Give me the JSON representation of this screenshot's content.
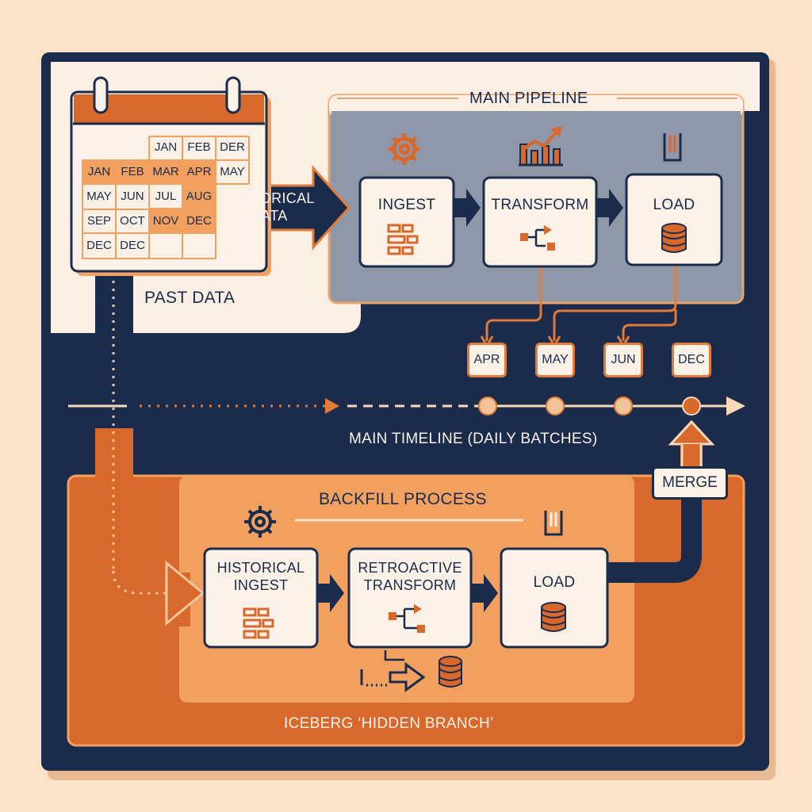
{
  "calendar": {
    "rows": [
      [
        "",
        "",
        "JAN",
        "FEB",
        "DER"
      ],
      [
        "JAN",
        "FEB",
        "MAR",
        "APR",
        "MAY"
      ],
      [
        "MAY",
        "JUN",
        "JUL",
        "AUG",
        ""
      ],
      [
        "SEP",
        "OCT",
        "NOV",
        "DEC",
        ""
      ],
      [
        "DEC",
        "DEC",
        "",
        "",
        ""
      ]
    ],
    "caption": "PAST DATA"
  },
  "historical_arrow": {
    "line1": "HISTORICAL",
    "line2": "DATA"
  },
  "main_pipeline": {
    "title": "MAIN PIPELINE",
    "stages": [
      {
        "label": "INGEST",
        "icon": "blocks-icon",
        "top_icon": "gear-icon"
      },
      {
        "label": "TRANSFORM",
        "icon": "flow-icon",
        "top_icon": "chart-icon"
      },
      {
        "label": "LOAD",
        "icon": "database-icon",
        "top_icon": "load-icon"
      }
    ]
  },
  "timeline": {
    "label": "MAIN TIMELINE (DAILY BATCHES)",
    "months": [
      "APR",
      "MAY",
      "JUN",
      "DEC"
    ]
  },
  "backfill": {
    "title": "BACKFILL PROCESS",
    "stages": [
      {
        "line1": "HISTORICAL",
        "line2": "INGEST",
        "icon": "blocks-icon"
      },
      {
        "line1": "RETROACTIVE",
        "line2": "TRANSFORM",
        "icon": "flow-icon"
      },
      {
        "line1": "LOAD",
        "line2": "",
        "icon": "database-icon"
      }
    ],
    "merge_label": "MERGE",
    "branch_label": "ICEBERG ‘HIDDEN BRANCH’"
  },
  "colors": {
    "navy": "#1a2b4c",
    "orange": "#e07b39",
    "light_orange": "#f1a05f",
    "cream": "#fbf1e6",
    "peach_bg": "#fbe2c9",
    "gray_panel": "#8f98a8"
  }
}
